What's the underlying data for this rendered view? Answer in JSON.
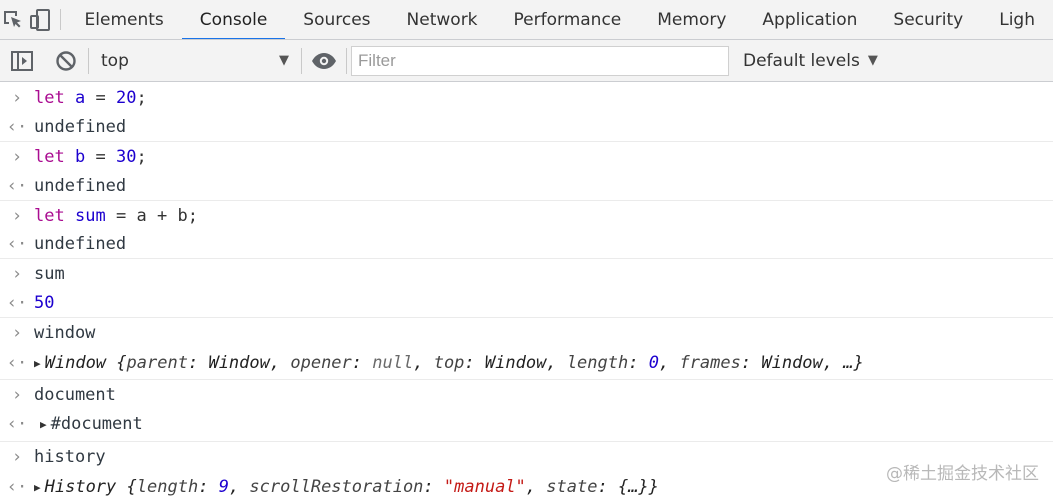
{
  "tabs": [
    "Elements",
    "Console",
    "Sources",
    "Network",
    "Performance",
    "Memory",
    "Application",
    "Security",
    "Ligh"
  ],
  "active_tab": "Console",
  "toolbar": {
    "context": "top",
    "filter_placeholder": "Filter",
    "levels": "Default levels"
  },
  "console": {
    "l1": {
      "kw": "let",
      "var": "a",
      "eq": "=",
      "num": "20",
      "semi": ";"
    },
    "r1": "undefined",
    "l2": {
      "kw": "let",
      "var": "b",
      "eq": "=",
      "num": "30",
      "semi": ";"
    },
    "r2": "undefined",
    "l3": {
      "kw": "let",
      "var": "sum",
      "eq": "=",
      "a": "a",
      "plus": "+",
      "b": "b",
      "semi": ";"
    },
    "r3": "undefined",
    "l4": "sum",
    "r4": "50",
    "l5": "window",
    "r5": {
      "name": "Window",
      "open": "{",
      "k1": "parent",
      "v1": "Window",
      "k2": "opener",
      "v2": "null",
      "k3": "top",
      "v3": "Window",
      "k4": "length",
      "v4": "0",
      "k5": "frames",
      "v5": "Window",
      "close": "…}"
    },
    "l6": "document",
    "r6": "#document",
    "l7": "history",
    "r7": {
      "name": "History",
      "open": "{",
      "k1": "length",
      "v1": "9",
      "k2": "scrollRestoration",
      "v2": "\"manual\"",
      "k3": "state",
      "v3": "{…}",
      "close": "}"
    }
  },
  "watermark": "@稀土掘金技术社区",
  "colors": {
    "keyword": "#aa0d91",
    "variable": "#1c00cf",
    "string": "#c41a16",
    "active_tab_underline": "#1a73e8"
  }
}
